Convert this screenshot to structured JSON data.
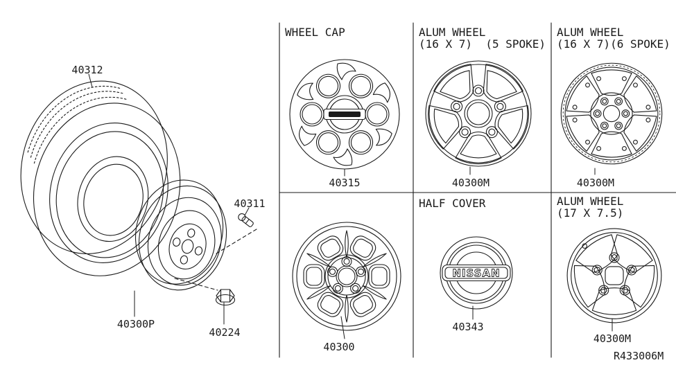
{
  "drawing_ref": "R433006M",
  "logo": "NISSAN",
  "exploded_view": {
    "tire_part": "40312",
    "wheel_assembly_part": "40300P",
    "valve_part": "40311",
    "lug_nut_part": "40224"
  },
  "cells": [
    {
      "title1": "WHEEL CAP",
      "title2": "",
      "part": "40315"
    },
    {
      "title1": "ALUM WHEEL",
      "title2": "(16 X 7)  (5 SPOKE)",
      "part": "40300M"
    },
    {
      "title1": "ALUM WHEEL",
      "title2": "(16 X 7)(6 SPOKE)",
      "part": "40300M"
    },
    {
      "title1": "",
      "title2": "",
      "part": "40300"
    },
    {
      "title1": "HALF COVER",
      "title2": "",
      "part": "40343"
    },
    {
      "title1": "ALUM WHEEL",
      "title2": "(17 X 7.5)",
      "part": "40300M"
    }
  ],
  "colors": {
    "line": "#1a1a1a",
    "background": "#ffffff"
  }
}
